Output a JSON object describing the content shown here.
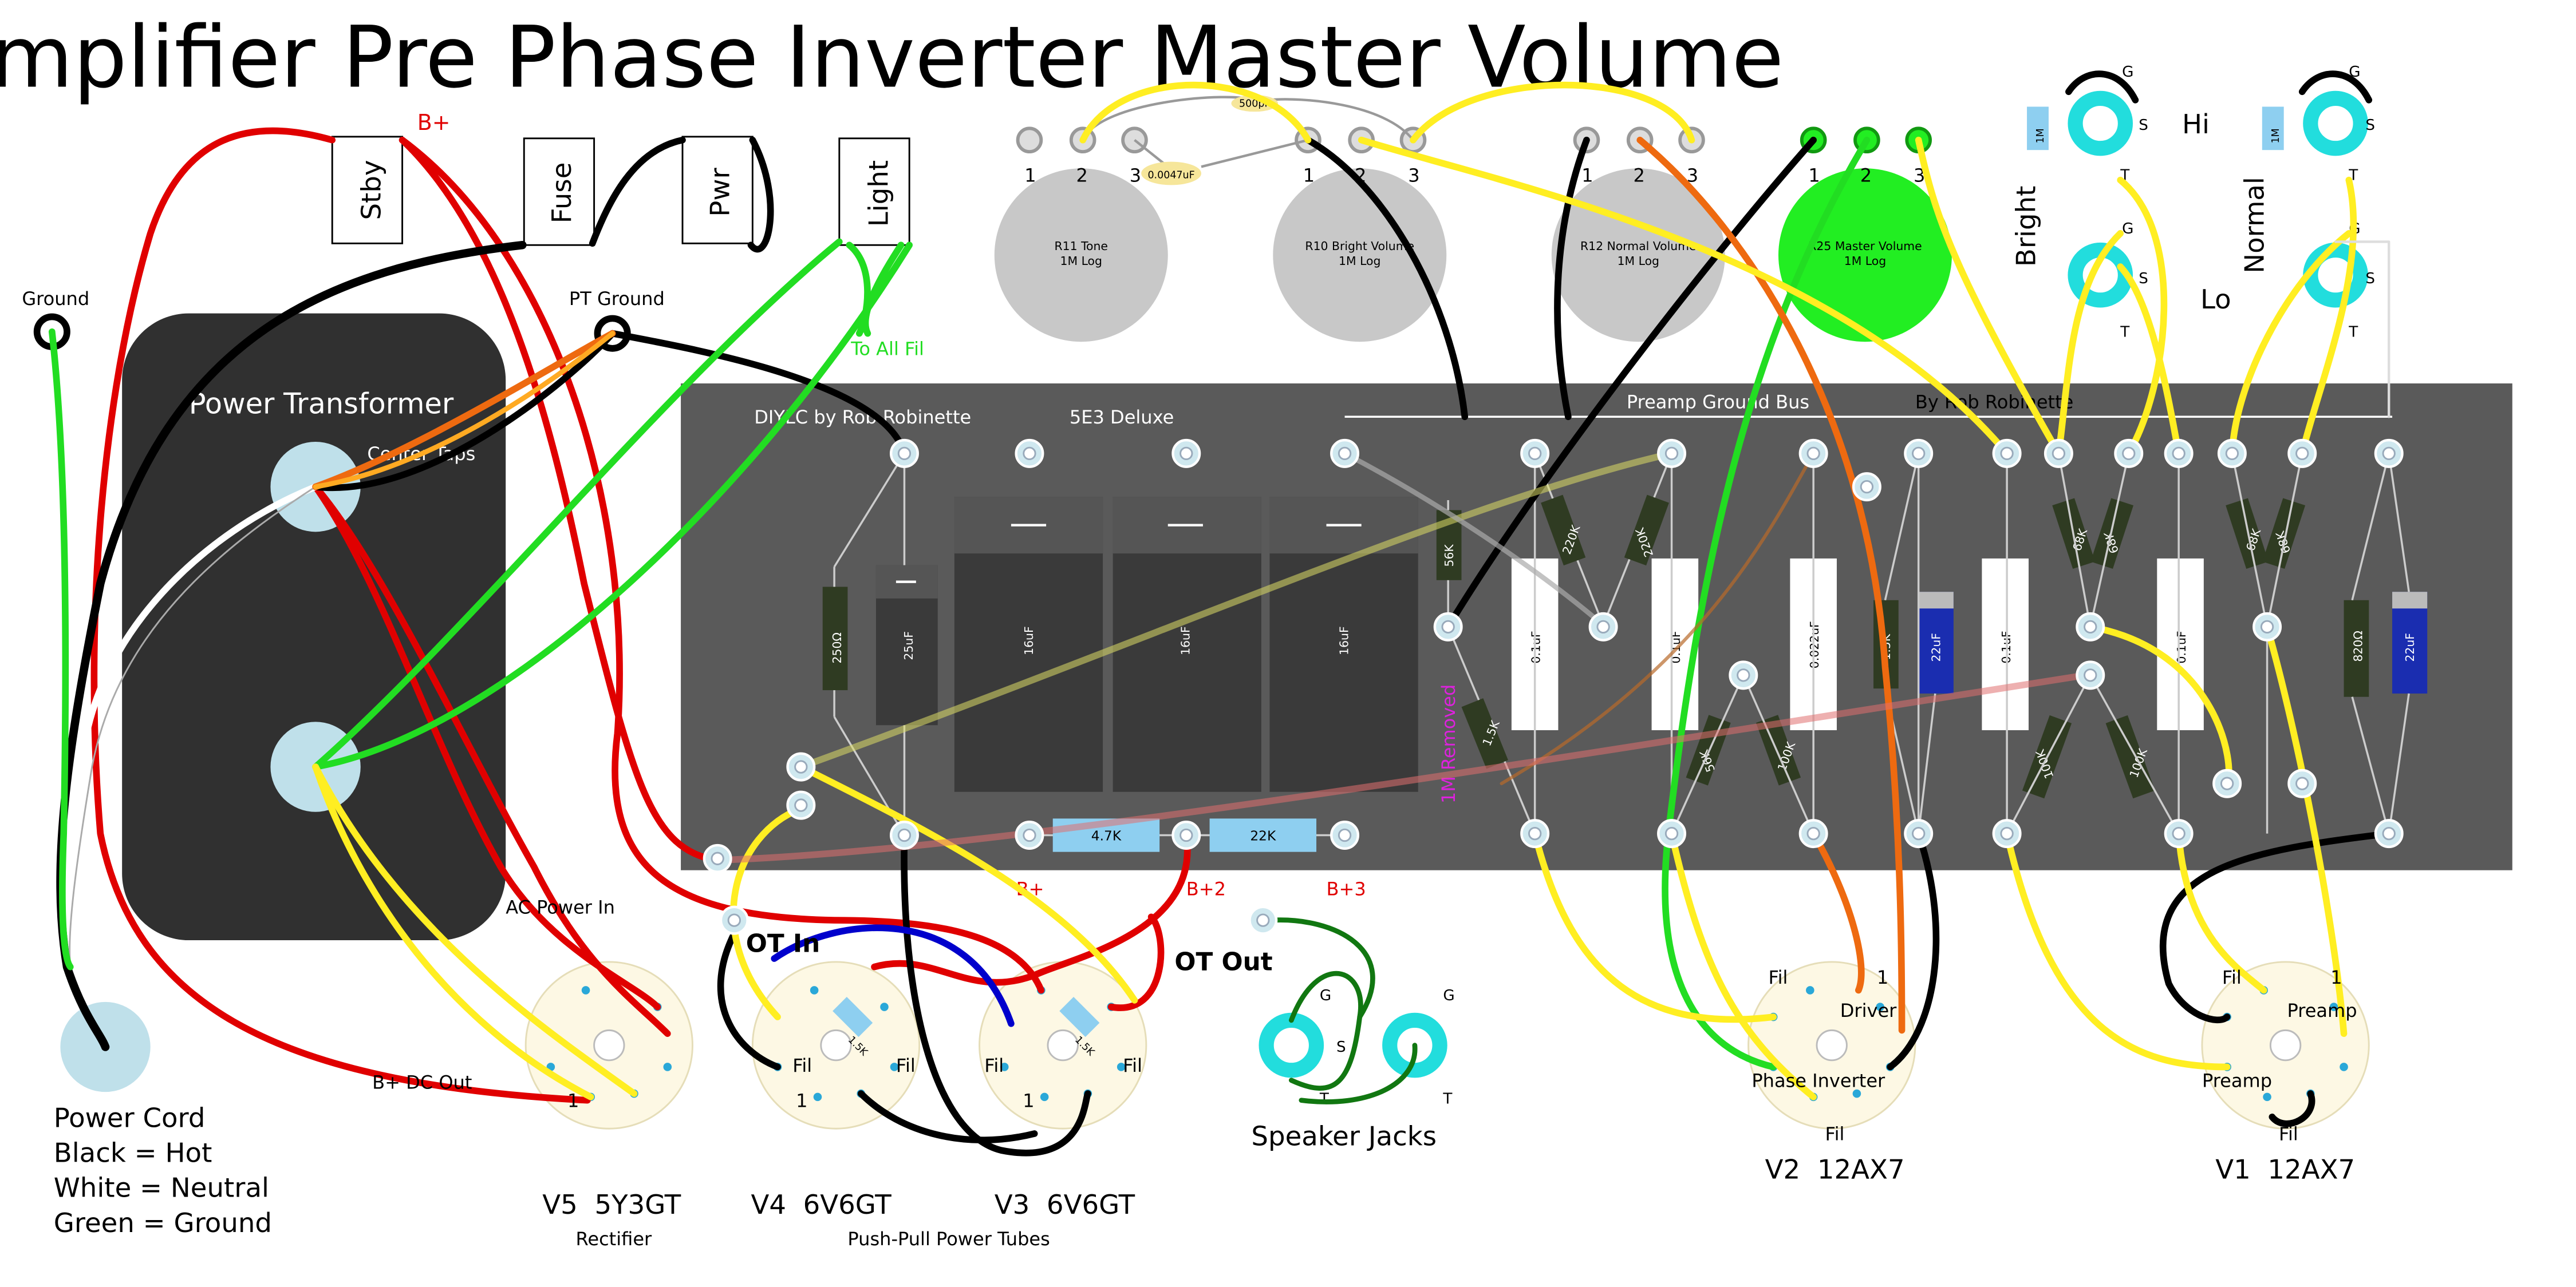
{
  "title": "mplifier Pre Phase Inverter Master Volume",
  "colors": {
    "board": "#5a5a5a",
    "transformer": "#303030",
    "wire_red": "#e00000",
    "wire_black": "#000000",
    "wire_yellow": "#ffee22",
    "wire_green": "#22dd22",
    "wire_orange": "#ee6a10",
    "wire_blue": "#0000cc",
    "wire_white": "#ffffff",
    "wire_grey": "#aaaaaa",
    "turret": "#cfe8ef",
    "jack_ring": "#22dddd",
    "socket": "#fdf8e4",
    "pot_body": "#c8c8c8",
    "pot_master": "#22ee22",
    "cap_box": "#3a3a3a",
    "cap_white": "#ffffff",
    "resistor_body": "#2f3b22",
    "electrolytic_blue": "#1a2db0",
    "resistor_blue": "#8ecff0"
  },
  "labels": {
    "ground": "Ground",
    "pt_ground": "PT Ground",
    "b_plus": "B+",
    "stby": "Stby",
    "fuse": "Fuse",
    "pwr": "Pwr",
    "light": "Light",
    "to_all_fil": "To All Fil",
    "power_transformer": "Power Transformer",
    "center_taps": "Center Taps",
    "ac_power_in": "AC Power In",
    "b_dc_out": "B+ DC Out",
    "power_cord_lines": [
      "Power Cord",
      "Black = Hot",
      "White = Neutral",
      "Green = Ground"
    ],
    "diylc": "DIYLC by Rob Robinette",
    "deluxe": "5E3 Deluxe",
    "preamp_ground_bus": "Preamp Ground Bus",
    "by_rob": "By Rob Robinette",
    "one_m_removed": "1M Removed",
    "b1": "B+",
    "b2": "B+2",
    "b3": "B+3",
    "ot_in": "OT In",
    "ot_out": "OT Out",
    "speaker_jacks": "Speaker Jacks",
    "bright": "Bright",
    "normal": "Normal",
    "hi": "Hi",
    "lo": "Lo",
    "push_pull": "Push-Pull Power Tubes",
    "rectifier": "Rectifier",
    "pin_g": "G",
    "pin_s": "S",
    "pin_t": "T",
    "fil": "Fil",
    "pin_1": "1",
    "pin_2": "2",
    "pin_3": "3",
    "driver": "Driver",
    "phase_inverter": "Phase Inverter",
    "preamp": "Preamp"
  },
  "tubes": {
    "v5": "V5  5Y3GT",
    "v4": "V4  6V6GT",
    "v3": "V3  6V6GT",
    "v2": "V2  12AX7",
    "v1": "V1  12AX7"
  },
  "pots": [
    {
      "name": "R11 Tone",
      "value": "1M Log"
    },
    {
      "name": "R10 Bright Volume",
      "value": "1M Log"
    },
    {
      "name": "R12 Normal Volume",
      "value": "1M Log"
    },
    {
      "name": "R25 Master Volume",
      "value": "1M Log"
    }
  ],
  "components": {
    "cap_500pf": "500pF",
    "cap_0047": "0.0047uF",
    "filter_16uf": "16uF",
    "cap_25uf": "25uF",
    "r_250": "250Ω",
    "r_47k": "4.7K",
    "r_22k": "22K",
    "r_56k": "56K",
    "r_15k": "1.5K",
    "r_220k": "220K",
    "c_01": "0.1uF",
    "c_0022": "0.022uF",
    "c_22uf": "22uF",
    "r_820": "820Ω",
    "r_68k": "68K",
    "r_100k": "100K",
    "r_1m": "1M",
    "r_15k_ot": "1.5K"
  }
}
